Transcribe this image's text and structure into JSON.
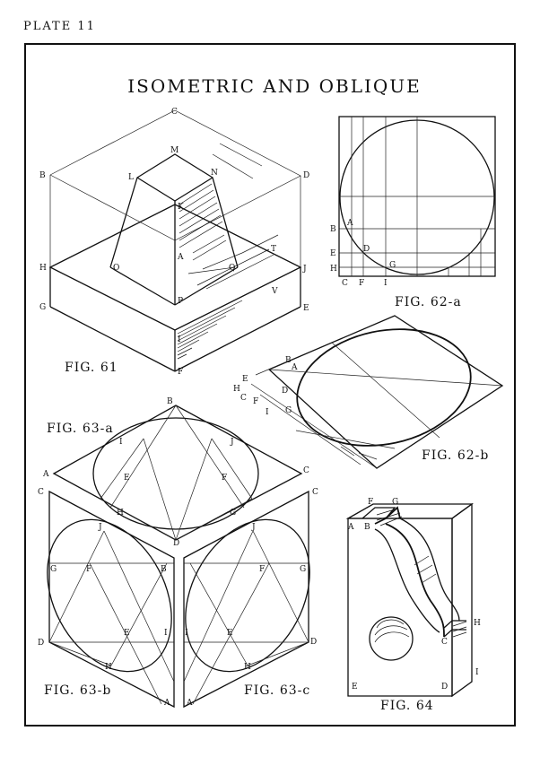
{
  "plate": "PLATE 11",
  "title": "ISOMETRIC AND OBLIQUE",
  "figures": {
    "fig61": "FIG. 61",
    "fig62a": "FIG. 62-a",
    "fig62b": "FIG. 62-b",
    "fig63a": "FIG. 63-a",
    "fig63b": "FIG. 63-b",
    "fig63c": "FIG. 63-c",
    "fig64": "FIG. 64"
  },
  "labels61": [
    "C",
    "M",
    "B",
    "L",
    "N",
    "D",
    "K",
    "A",
    "T",
    "H",
    "O",
    "Q",
    "J",
    "P",
    "V",
    "G",
    "E",
    "I",
    "F"
  ],
  "labels62a": [
    "B",
    "A",
    "E",
    "D",
    "H",
    "G",
    "C",
    "F",
    "I"
  ],
  "labels62b": [
    "B",
    "A",
    "E",
    "D",
    "H",
    "G",
    "C",
    "F",
    "I"
  ],
  "labels63a": [
    "B",
    "I",
    "J",
    "A",
    "C",
    "E",
    "F",
    "H",
    "G",
    "D"
  ],
  "labels63b": [
    "C",
    "J",
    "G",
    "F",
    "B",
    "D",
    "E",
    "I",
    "H",
    "A"
  ],
  "labels63c": [
    "C",
    "J",
    "F",
    "G",
    "I",
    "E",
    "D",
    "H",
    "A"
  ],
  "labels64": [
    "F",
    "G",
    "A",
    "B",
    "H",
    "C",
    "E",
    "D",
    "I"
  ]
}
